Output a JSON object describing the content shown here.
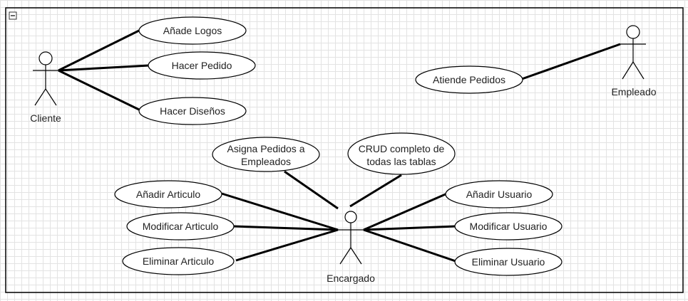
{
  "diagram": {
    "system_boundary": {
      "collapse_icon": "minus-box-icon"
    },
    "actors": {
      "cliente": "Cliente",
      "empleado": "Empleado",
      "encargado": "Encargado"
    },
    "use_cases": {
      "anade_logos": "Añade Logos",
      "hacer_pedido": "Hacer Pedido",
      "hacer_disenos": "Hacer Diseños",
      "atiende_pedidos": "Atiende Pedidos",
      "asigna_pedidos_l1": "Asigna Pedidos a",
      "asigna_pedidos_l2": "Empleados",
      "crud_l1": "CRUD completo de",
      "crud_l2": "todas las tablas",
      "anadir_articulo": "Añadir Articulo",
      "modificar_articulo": "Modificar Articulo",
      "eliminar_articulo": "Eliminar Articulo",
      "anadir_usuario": "Añadir Usuario",
      "modificar_usuario": "Modificar Usuario",
      "eliminar_usuario": "Eliminar Usuario"
    }
  }
}
